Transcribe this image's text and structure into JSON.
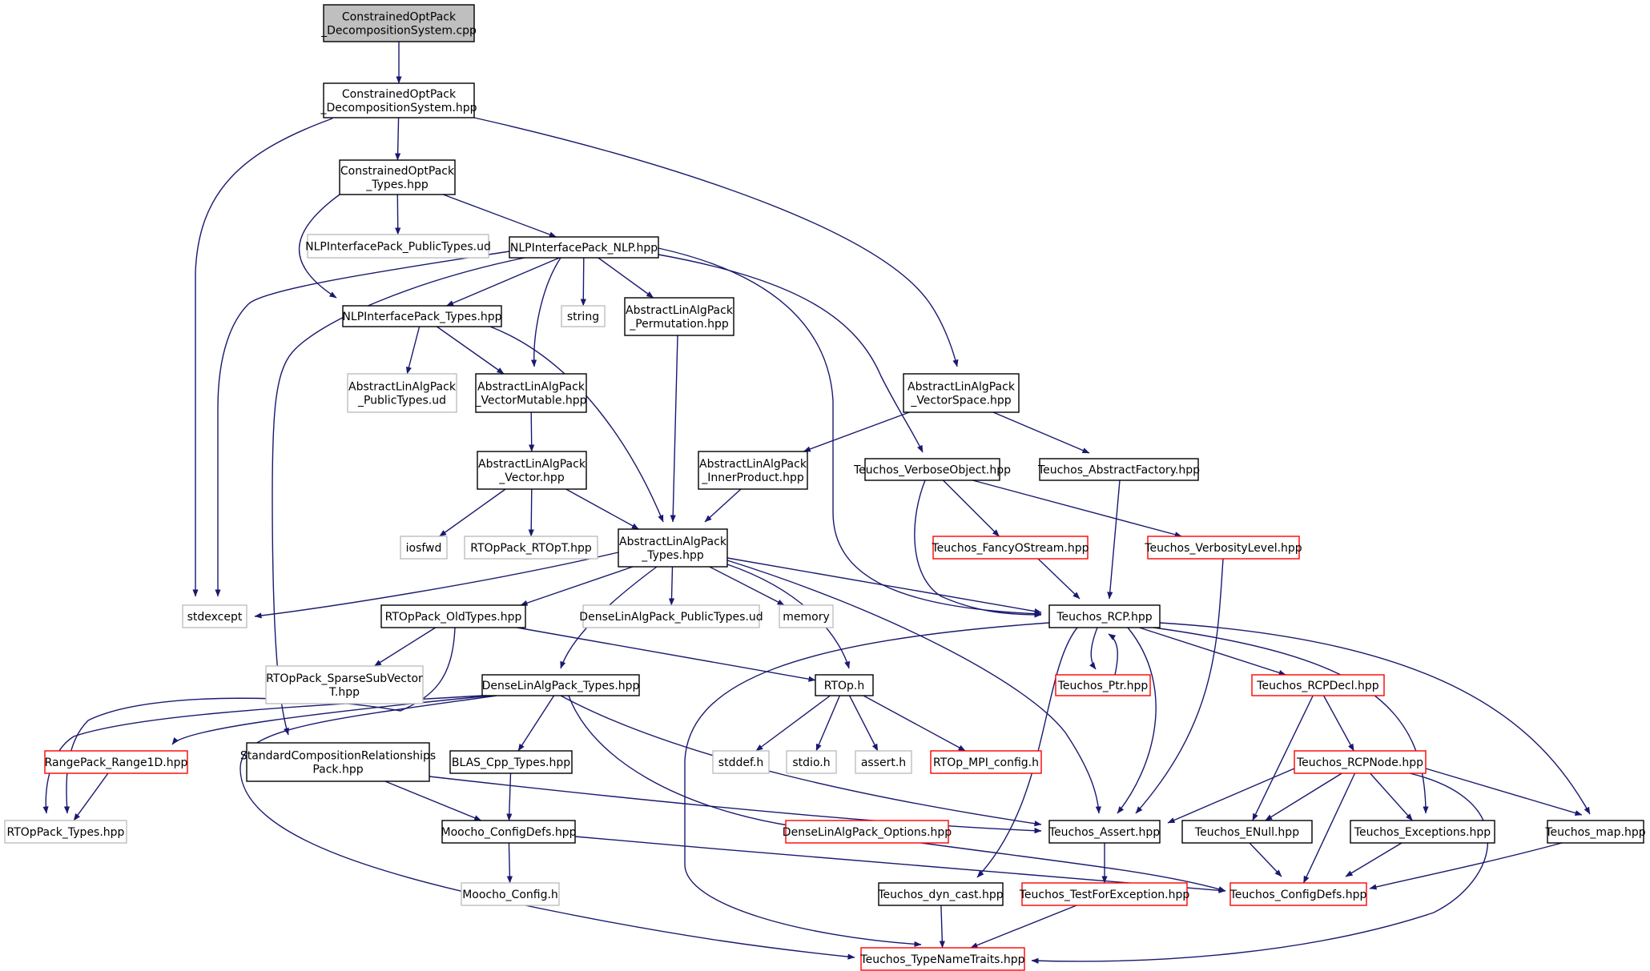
{
  "colors": {
    "edge": "#191970",
    "border_normal": "#000000",
    "border_missing": "#bfbfbf",
    "border_truncated": "#ff0000",
    "root_fill": "#bfbfbf",
    "fill": "#ffffff"
  },
  "nodes": [
    {
      "id": "n0",
      "lines": [
        "ConstrainedOptPack",
        "_DecompositionSystem.cpp"
      ],
      "kind": "root"
    },
    {
      "id": "n1",
      "lines": [
        "ConstrainedOptPack",
        "_DecompositionSystem.hpp"
      ],
      "kind": "normal"
    },
    {
      "id": "n2",
      "lines": [
        "ConstrainedOptPack",
        "_Types.hpp"
      ],
      "kind": "normal"
    },
    {
      "id": "n3",
      "lines": [
        "NLPInterfacePack_PublicTypes.ud"
      ],
      "kind": "missing"
    },
    {
      "id": "n4",
      "lines": [
        "NLPInterfacePack_NLP.hpp"
      ],
      "kind": "normal"
    },
    {
      "id": "n5",
      "lines": [
        "NLPInterfacePack_Types.hpp"
      ],
      "kind": "normal"
    },
    {
      "id": "n6",
      "lines": [
        "string"
      ],
      "kind": "missing"
    },
    {
      "id": "n7",
      "lines": [
        "AbstractLinAlgPack",
        "_Permutation.hpp"
      ],
      "kind": "normal"
    },
    {
      "id": "n8",
      "lines": [
        "AbstractLinAlgPack",
        "_PublicTypes.ud"
      ],
      "kind": "missing"
    },
    {
      "id": "n9",
      "lines": [
        "AbstractLinAlgPack",
        "_VectorMutable.hpp"
      ],
      "kind": "normal"
    },
    {
      "id": "n10",
      "lines": [
        "AbstractLinAlgPack",
        "_VectorSpace.hpp"
      ],
      "kind": "normal"
    },
    {
      "id": "n11",
      "lines": [
        "AbstractLinAlgPack",
        "_Vector.hpp"
      ],
      "kind": "normal"
    },
    {
      "id": "n12",
      "lines": [
        "AbstractLinAlgPack",
        "_InnerProduct.hpp"
      ],
      "kind": "normal"
    },
    {
      "id": "n13",
      "lines": [
        "Teuchos_VerboseObject.hpp"
      ],
      "kind": "normal"
    },
    {
      "id": "n14",
      "lines": [
        "Teuchos_AbstractFactory.hpp"
      ],
      "kind": "normal"
    },
    {
      "id": "n15",
      "lines": [
        "iosfwd"
      ],
      "kind": "missing"
    },
    {
      "id": "n16",
      "lines": [
        "RTOpPack_RTOpT.hpp"
      ],
      "kind": "missing"
    },
    {
      "id": "n17",
      "lines": [
        "AbstractLinAlgPack",
        "_Types.hpp"
      ],
      "kind": "normal"
    },
    {
      "id": "n18",
      "lines": [
        "Teuchos_FancyOStream.hpp"
      ],
      "kind": "truncated"
    },
    {
      "id": "n19",
      "lines": [
        "Teuchos_VerbosityLevel.hpp"
      ],
      "kind": "truncated"
    },
    {
      "id": "n20",
      "lines": [
        "stdexcept"
      ],
      "kind": "missing"
    },
    {
      "id": "n21",
      "lines": [
        "RTOpPack_OldTypes.hpp"
      ],
      "kind": "normal"
    },
    {
      "id": "n22",
      "lines": [
        "DenseLinAlgPack_PublicTypes.ud"
      ],
      "kind": "missing"
    },
    {
      "id": "n23",
      "lines": [
        "memory"
      ],
      "kind": "missing"
    },
    {
      "id": "n24",
      "lines": [
        "Teuchos_RCP.hpp"
      ],
      "kind": "normal"
    },
    {
      "id": "n25",
      "lines": [
        "RTOpPack_SparseSubVector",
        "T.hpp"
      ],
      "kind": "missing"
    },
    {
      "id": "n26",
      "lines": [
        "DenseLinAlgPack_Types.hpp"
      ],
      "kind": "normal"
    },
    {
      "id": "n27",
      "lines": [
        "RTOp.h"
      ],
      "kind": "normal"
    },
    {
      "id": "n28",
      "lines": [
        "Teuchos_Ptr.hpp"
      ],
      "kind": "truncated"
    },
    {
      "id": "n29",
      "lines": [
        "Teuchos_RCPDecl.hpp"
      ],
      "kind": "truncated"
    },
    {
      "id": "n30",
      "lines": [
        "RangePack_Range1D.hpp"
      ],
      "kind": "truncated"
    },
    {
      "id": "n31",
      "lines": [
        "StandardCompositionRelationships",
        "Pack.hpp"
      ],
      "kind": "normal"
    },
    {
      "id": "n32",
      "lines": [
        "BLAS_Cpp_Types.hpp"
      ],
      "kind": "normal"
    },
    {
      "id": "n33",
      "lines": [
        "stddef.h"
      ],
      "kind": "missing"
    },
    {
      "id": "n34",
      "lines": [
        "stdio.h"
      ],
      "kind": "missing"
    },
    {
      "id": "n35",
      "lines": [
        "assert.h"
      ],
      "kind": "missing"
    },
    {
      "id": "n36",
      "lines": [
        "RTOp_MPI_config.h"
      ],
      "kind": "truncated"
    },
    {
      "id": "n37",
      "lines": [
        "Teuchos_RCPNode.hpp"
      ],
      "kind": "truncated"
    },
    {
      "id": "n38",
      "lines": [
        "RTOpPack_Types.hpp"
      ],
      "kind": "missing"
    },
    {
      "id": "n39",
      "lines": [
        "Moocho_ConfigDefs.hpp"
      ],
      "kind": "normal"
    },
    {
      "id": "n40",
      "lines": [
        "DenseLinAlgPack_Options.hpp"
      ],
      "kind": "truncated"
    },
    {
      "id": "n41",
      "lines": [
        "Teuchos_Assert.hpp"
      ],
      "kind": "normal"
    },
    {
      "id": "n42",
      "lines": [
        "Teuchos_ENull.hpp"
      ],
      "kind": "normal"
    },
    {
      "id": "n43",
      "lines": [
        "Teuchos_Exceptions.hpp"
      ],
      "kind": "normal"
    },
    {
      "id": "n44",
      "lines": [
        "Teuchos_map.hpp"
      ],
      "kind": "normal"
    },
    {
      "id": "n45",
      "lines": [
        "Moocho_Config.h"
      ],
      "kind": "missing"
    },
    {
      "id": "n46",
      "lines": [
        "Teuchos_dyn_cast.hpp"
      ],
      "kind": "normal"
    },
    {
      "id": "n47",
      "lines": [
        "Teuchos_TestForException.hpp"
      ],
      "kind": "truncated"
    },
    {
      "id": "n48",
      "lines": [
        "Teuchos_ConfigDefs.hpp"
      ],
      "kind": "truncated"
    },
    {
      "id": "n49",
      "lines": [
        "Teuchos_TypeNameTraits.hpp"
      ],
      "kind": "truncated"
    }
  ],
  "edges": [
    {
      "from": "n0",
      "to": "n1"
    },
    {
      "from": "n1",
      "to": "n2"
    },
    {
      "from": "n1",
      "to": "n20"
    },
    {
      "from": "n1",
      "to": "n10"
    },
    {
      "from": "n2",
      "to": "n3"
    },
    {
      "from": "n2",
      "to": "n4"
    },
    {
      "from": "n2",
      "to": "n5"
    },
    {
      "from": "n4",
      "to": "n5"
    },
    {
      "from": "n4",
      "to": "n6"
    },
    {
      "from": "n4",
      "to": "n7"
    },
    {
      "from": "n4",
      "to": "n9"
    },
    {
      "from": "n4",
      "to": "n20"
    },
    {
      "from": "n4",
      "to": "n31"
    },
    {
      "from": "n4",
      "to": "n13"
    },
    {
      "from": "n4",
      "to": "n24"
    },
    {
      "from": "n5",
      "to": "n8"
    },
    {
      "from": "n5",
      "to": "n9"
    },
    {
      "from": "n5",
      "to": "n17"
    },
    {
      "from": "n7",
      "to": "n17"
    },
    {
      "from": "n9",
      "to": "n11"
    },
    {
      "from": "n10",
      "to": "n12"
    },
    {
      "from": "n10",
      "to": "n14"
    },
    {
      "from": "n11",
      "to": "n15"
    },
    {
      "from": "n11",
      "to": "n16"
    },
    {
      "from": "n11",
      "to": "n17"
    },
    {
      "from": "n12",
      "to": "n17"
    },
    {
      "from": "n13",
      "to": "n18"
    },
    {
      "from": "n13",
      "to": "n19"
    },
    {
      "from": "n13",
      "to": "n24"
    },
    {
      "from": "n14",
      "to": "n24"
    },
    {
      "from": "n17",
      "to": "n20"
    },
    {
      "from": "n17",
      "to": "n21"
    },
    {
      "from": "n17",
      "to": "n22"
    },
    {
      "from": "n17",
      "to": "n23"
    },
    {
      "from": "n17",
      "to": "n24"
    },
    {
      "from": "n17",
      "to": "n26"
    },
    {
      "from": "n17",
      "to": "n27"
    },
    {
      "from": "n17",
      "to": "n41"
    },
    {
      "from": "n18",
      "to": "n24"
    },
    {
      "from": "n19",
      "to": "n41"
    },
    {
      "from": "n21",
      "to": "n25"
    },
    {
      "from": "n21",
      "to": "n27"
    },
    {
      "from": "n21",
      "to": "n38"
    },
    {
      "from": "n24",
      "to": "n28"
    },
    {
      "from": "n24",
      "to": "n29"
    },
    {
      "from": "n24",
      "to": "n41"
    },
    {
      "from": "n24",
      "to": "n43"
    },
    {
      "from": "n24",
      "to": "n44"
    },
    {
      "from": "n24",
      "to": "n46"
    },
    {
      "from": "n24",
      "to": "n49"
    },
    {
      "from": "n28",
      "to": "n24"
    },
    {
      "from": "n26",
      "to": "n30"
    },
    {
      "from": "n26",
      "to": "n32"
    },
    {
      "from": "n26",
      "to": "n40"
    },
    {
      "from": "n26",
      "to": "n41"
    },
    {
      "from": "n26",
      "to": "n38"
    },
    {
      "from": "n26",
      "to": "n49"
    },
    {
      "from": "n27",
      "to": "n33"
    },
    {
      "from": "n27",
      "to": "n34"
    },
    {
      "from": "n27",
      "to": "n35"
    },
    {
      "from": "n27",
      "to": "n36"
    },
    {
      "from": "n29",
      "to": "n37"
    },
    {
      "from": "n29",
      "to": "n42"
    },
    {
      "from": "n30",
      "to": "n38"
    },
    {
      "from": "n31",
      "to": "n39"
    },
    {
      "from": "n31",
      "to": "n41"
    },
    {
      "from": "n32",
      "to": "n39"
    },
    {
      "from": "n37",
      "to": "n41"
    },
    {
      "from": "n37",
      "to": "n42"
    },
    {
      "from": "n37",
      "to": "n43"
    },
    {
      "from": "n37",
      "to": "n44"
    },
    {
      "from": "n37",
      "to": "n48"
    },
    {
      "from": "n37",
      "to": "n49"
    },
    {
      "from": "n39",
      "to": "n45"
    },
    {
      "from": "n39",
      "to": "n48"
    },
    {
      "from": "n40",
      "to": "n48"
    },
    {
      "from": "n41",
      "to": "n47"
    },
    {
      "from": "n42",
      "to": "n48"
    },
    {
      "from": "n43",
      "to": "n48"
    },
    {
      "from": "n44",
      "to": "n48"
    },
    {
      "from": "n46",
      "to": "n49"
    },
    {
      "from": "n47",
      "to": "n49"
    }
  ]
}
